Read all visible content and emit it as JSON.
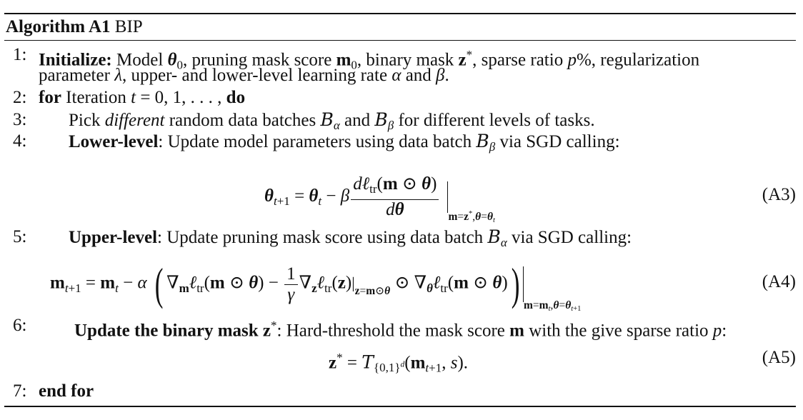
{
  "algorithm": {
    "label": "Algorithm A1",
    "name": "BIP"
  },
  "steps": [
    {
      "num": "1:",
      "keyword": "Initialize:",
      "text_a": "Model ",
      "text_b": ", pruning mask score ",
      "text_c": ", binary mask ",
      "text_d": ", sparse ratio ",
      "text_e": ", regularization",
      "text_f": "parameter ",
      "text_g": ", upper- and lower-level learning rate ",
      "text_h": " and ",
      "text_i": "."
    },
    {
      "num": "2:",
      "keyword": "for",
      "text_a": " Iteration ",
      "keyword2": "do"
    },
    {
      "num": "3:",
      "text_a": "Pick ",
      "emph": "different",
      "text_b": " random data batches ",
      "text_c": " and ",
      "text_d": " for different levels of tasks."
    },
    {
      "num": "4:",
      "keyword": "Lower-level",
      "text_a": ": Update model parameters using data batch ",
      "text_b": " via SGD calling:"
    },
    {
      "num": "5:",
      "keyword": "Upper-level",
      "text_a": ": Update pruning mask score using data batch ",
      "text_b": " via SGD calling:"
    },
    {
      "num": "6:",
      "keyword": "Update the binary mask ",
      "text_a": ": Hard-threshold the mask score ",
      "text_b": " with the give sparse ratio ",
      "text_c": ":"
    },
    {
      "num": "7:",
      "keyword": "end for"
    }
  ],
  "equations": {
    "a3": {
      "label": "(A3)"
    },
    "a4": {
      "label": "(A4)"
    },
    "a5": {
      "label": "(A5)"
    }
  }
}
